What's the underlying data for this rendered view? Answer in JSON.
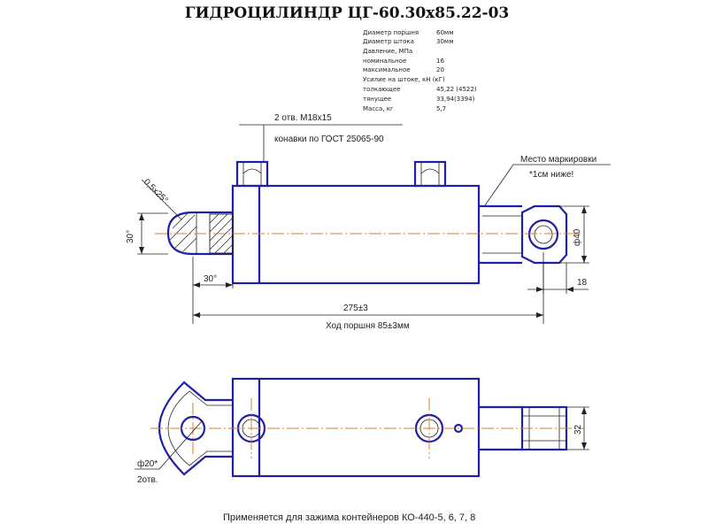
{
  "title": "ГИДРОЦИЛИНДР ЦГ-60.30х85.22-03",
  "specs": [
    {
      "label": "Диаметр поршня",
      "value": "60мм"
    },
    {
      "label": "Диаметр штока",
      "value": "30мм"
    },
    {
      "label": "Давление, МПа",
      "value": ""
    },
    {
      "label": "номинальное",
      "value": "16"
    },
    {
      "label": "максимальное",
      "value": "20"
    },
    {
      "label": "Усилие на штоке, кН (кГ)",
      "value": ""
    },
    {
      "label": "толкающее",
      "value": "45,22 (4522)"
    },
    {
      "label": "тянущее",
      "value": "33,94(3394)"
    },
    {
      "label": "Масса, кг",
      "value": "5,7"
    }
  ],
  "annotations": {
    "thread_note_1": "2 отв. М18х15",
    "thread_note_2": "конавки по ГОСТ 25065-90",
    "marking_note_1": "Место маркировки",
    "marking_note_2": "*1см ниже!",
    "chamfer": "0,5x25°",
    "angle_left": "30°",
    "angle_bottom": "30°",
    "dia_40": "ф40",
    "dim_18": "18",
    "length": "275±3",
    "stroke": "Ход поршня 85±3мм",
    "dia_20": "ф20*",
    "holes": "2отв.",
    "dim_32": "32",
    "footer": "Применяется для зажима контейнеров КО-440-5, 6, 7, 8"
  }
}
